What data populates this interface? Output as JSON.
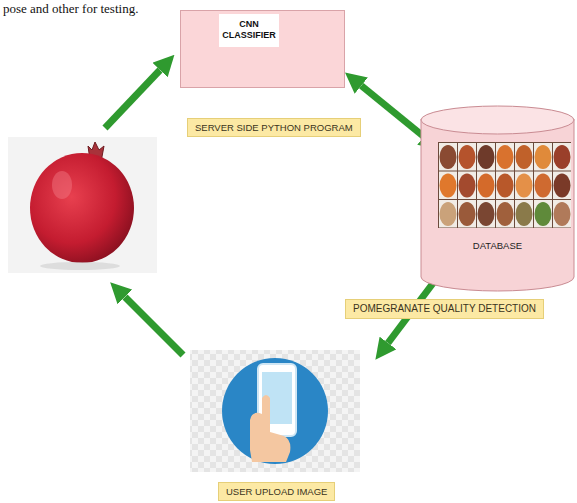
{
  "diagram": {
    "nodes": [
      {
        "text": [
          "CNN CLASSIFIER"
        ]
      },
      {
        "text": [
          "SERVER SIDE PYTHON PROGRAM"
        ]
      },
      {
        "text": [
          "DATABASE"
        ]
      },
      {
        "text": [
          "POMEGRANATE QUALITY DETECTION"
        ]
      },
      {
        "text": [
          "USER UPLOAD IMAGE"
        ]
      }
    ],
    "edges": [
      {
        "from": 0,
        "to": 2,
        "arrow": "both"
      }
    ],
    "labels": [
      "pose and other for testing."
    ]
  }
}
